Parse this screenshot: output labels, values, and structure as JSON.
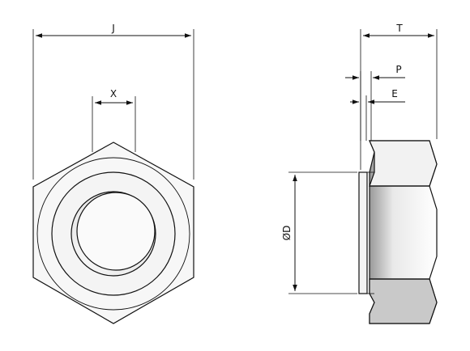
{
  "dimensions": {
    "J": "J",
    "X": "X",
    "T": "T",
    "P": "P",
    "E": "E",
    "D": "ØD"
  },
  "colors": {
    "line": "#111111",
    "face_light": "#f7f7f7",
    "face_shadow": "#c9c9c9",
    "face_mid": "#e6e6e6"
  }
}
